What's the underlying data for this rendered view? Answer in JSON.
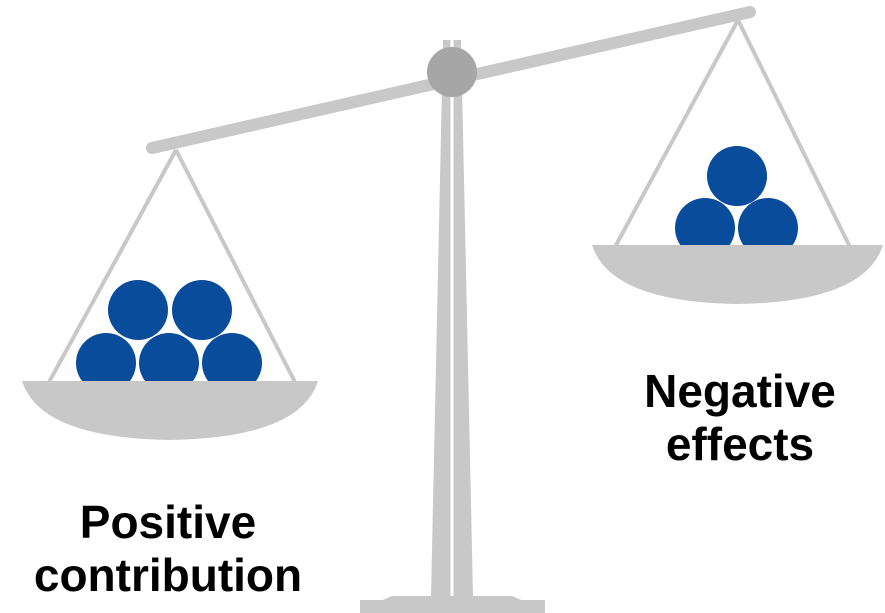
{
  "labels": {
    "positive": [
      "Positive",
      "contribution"
    ],
    "negative": [
      "Negative",
      "effects"
    ]
  },
  "colors": {
    "scale_gray": "#c8c8c8",
    "pivot_gray": "#a6a6a6",
    "ball_blue": "#0a4c9c"
  },
  "pans": {
    "left_balls": 5,
    "right_balls": 3
  }
}
